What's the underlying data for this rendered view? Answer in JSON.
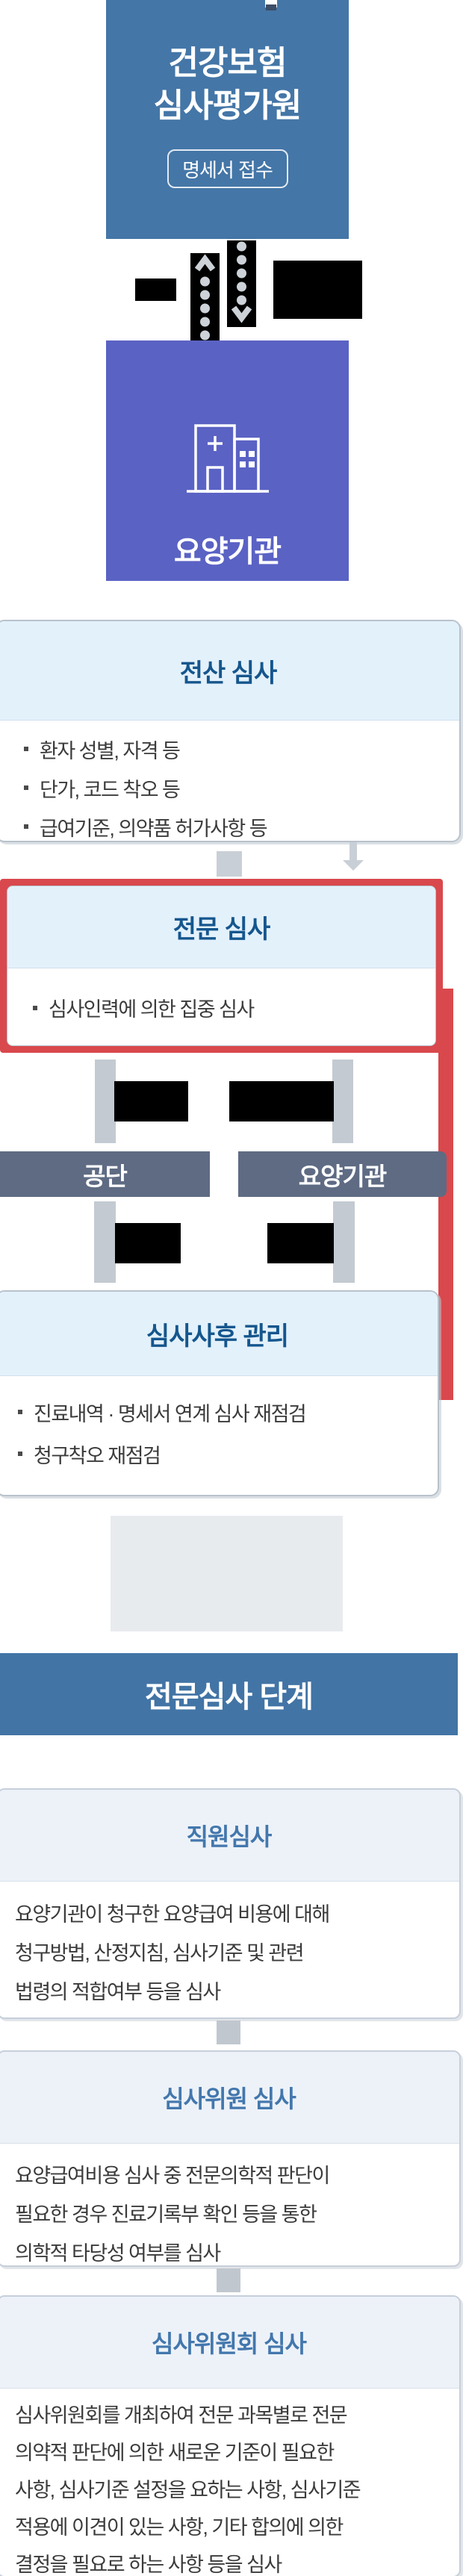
{
  "colors": {
    "steel_blue": "#4476a7",
    "indigo": "#5a62c4",
    "highlight_red": "#d9484d",
    "slate": "#5e6b83",
    "card_header_blue": "#e3f1fb",
    "title_navy": "#15568d",
    "stage_title_blue": "#4377ad",
    "banner_blue": "#4274a5",
    "connector_gray": "#c9cfd6"
  },
  "hira_box": {
    "title_line1": "건강보험",
    "title_line2": "심사평가원",
    "badge": "명세서 접수"
  },
  "provider_box": {
    "label": "요양기관"
  },
  "computer_review": {
    "title": "전산 심사",
    "items": [
      "환자 성별, 자격 등",
      "단가, 코드 착오 등",
      "급여기준, 의약품 허가사항 등"
    ]
  },
  "professional_review": {
    "title": "전문 심사",
    "items": [
      "심사인력에 의한 집중 심사"
    ]
  },
  "entities": {
    "left": "공단",
    "right": "요양기관"
  },
  "post_review": {
    "title": "심사사후 관리",
    "items": [
      "진료내역 · 명세서 연계 심사 재점검",
      "청구착오 재점검"
    ]
  },
  "stage_banner": {
    "title": "전문심사 단계"
  },
  "stages": [
    {
      "title": "직원심사",
      "lines": [
        "요양기관이 청구한 요양급여 비용에 대해",
        "청구방법, 산정지침, 심사기준 및 관련",
        "법령의 적합여부 등을 심사"
      ]
    },
    {
      "title": "심사위원 심사",
      "lines": [
        "요양급여비용 심사 중 전문의학적 판단이",
        "필요한 경우 진료기록부 확인 등을 통한",
        "의학적 타당성 여부를 심사"
      ]
    },
    {
      "title": "심사위원회 심사",
      "lines": [
        "심사위원회를 개최하여 전문 과목별로 전문",
        "의약적 판단에 의한 새로운 기준이 필요한",
        "사항, 심사기준 설정을 요하는 사항, 심사기준",
        "적용에 이견이 있는 사항, 기타 합의에 의한",
        "결정을 필요로 하는 사항 등을 심사"
      ]
    }
  ]
}
